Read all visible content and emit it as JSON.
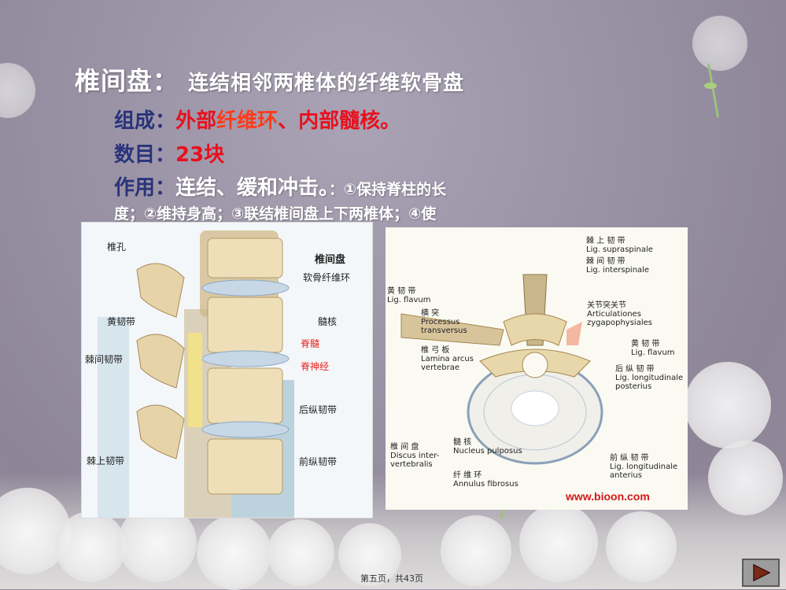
{
  "slide": {
    "title_term": "椎间盘",
    "title_colon": "：",
    "title_def": "连结相邻两椎体的纤维软骨盘",
    "composition": {
      "label": "组成：",
      "part1": "外部",
      "part2": "纤维环",
      "sep": "、",
      "part3": "内部",
      "part4": "髓核。"
    },
    "count": {
      "label": "数目：",
      "value": "23块"
    },
    "function": {
      "label": "作用：",
      "value": "连结、缓和冲击。",
      "detail1": "：①保持脊柱的长",
      "detail2": "度；②维持身高；③联结椎间盘上下两椎体；④使"
    }
  },
  "left_figure": {
    "labels": [
      "椎孔",
      "黄韧带",
      "棘间韧带",
      "棘上韧带",
      "椎间盘",
      "软骨纤维环",
      "髓核",
      "脊髓",
      "脊神经",
      "后纵韧带",
      "前纵韧带"
    ]
  },
  "right_figure": {
    "labels": [
      "棘 上 韧 带",
      "Lig. supraspinale",
      "棘 间 韧 带",
      "Lig. interspinale",
      "关节突关节",
      "Articulationes",
      "zygapophysiales",
      "黄 韧 带",
      "Lig. flavum",
      "后 纵 韧 带",
      "Lig. longitudinale",
      "posterius",
      "前 纵 韧 带",
      "Lig. longitudinale",
      "anterius",
      "黄 韧 带",
      "Lig. flavum",
      "横  突",
      "Processus",
      "transversus",
      "椎 弓 板",
      "Lamina arcus",
      "vertebrae",
      "椎 间 盘",
      "Discus inter-",
      "vertebralis",
      "髓  核",
      "Nucleus pulposus",
      "纤 维 环",
      "Annulus fibrosus"
    ],
    "website": "www.bioon.com"
  },
  "footer": {
    "page_text": "第五页，共43页"
  },
  "nav": {
    "next_icon": "play-triangle-icon"
  },
  "colors": {
    "label_blue": "#29337a",
    "red": "#e8101e",
    "orange": "#ff3b1a"
  }
}
